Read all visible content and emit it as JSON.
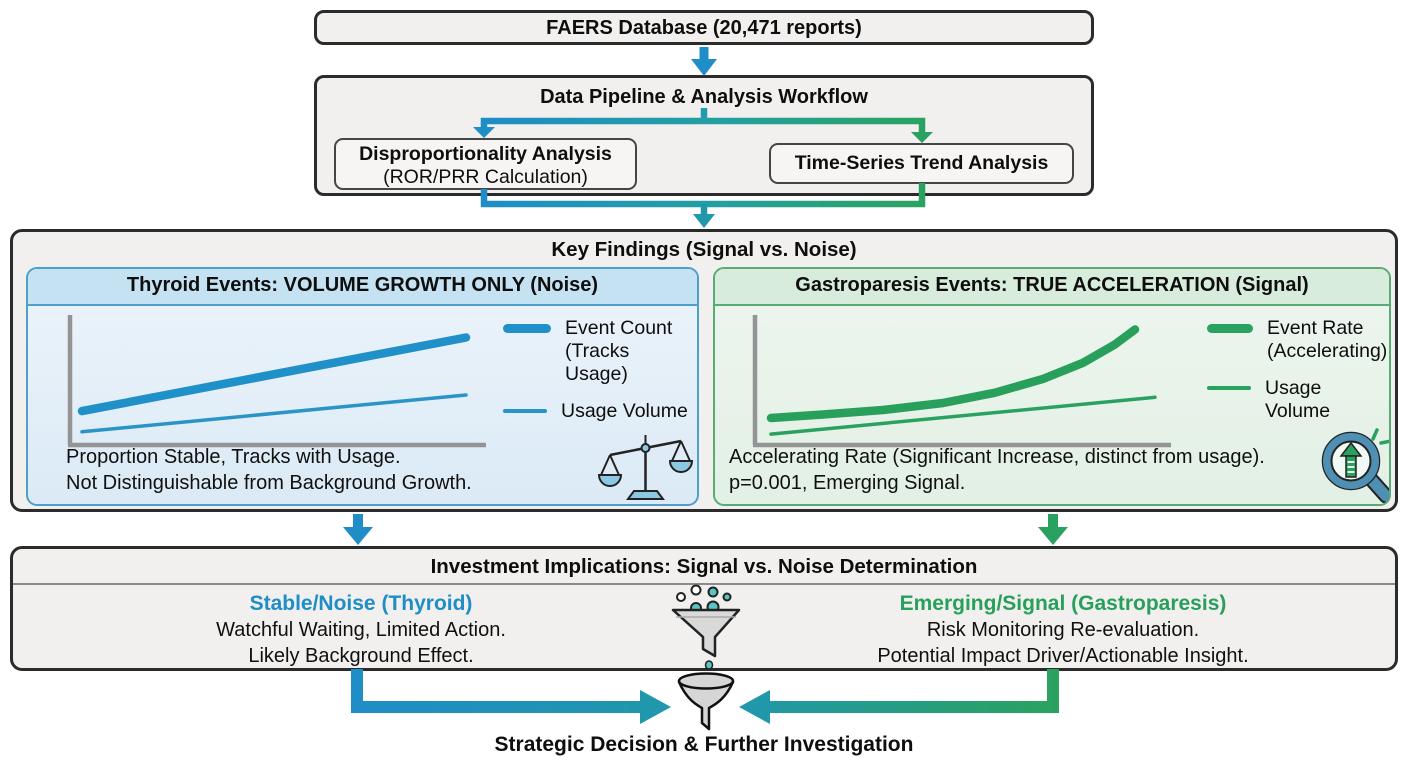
{
  "colors": {
    "blue_accent": "#1f8dc6",
    "green_accent": "#2aa25f",
    "teal_merge": "#2097ab",
    "box_background": "#f1f0ee",
    "blue_panel_header": "#c5e2f3",
    "blue_panel_border": "#4f9fcc",
    "green_panel_header": "#d8ecdb",
    "green_panel_border": "#58ab74"
  },
  "faers_box": {
    "title": "FAERS Database (20,471 reports)"
  },
  "pipeline": {
    "title": "Data Pipeline & Analysis Workflow",
    "dispro_box": {
      "line1": "Disproportionality Analysis",
      "line2": "(ROR/PRR Calculation)"
    },
    "timeseries_box": {
      "label": "Time-Series Trend Analysis"
    }
  },
  "key_findings": {
    "title": "Key Findings (Signal vs. Noise)",
    "thyroid": {
      "title": "Thyroid Events: VOLUME GROWTH ONLY (Noise)",
      "legend": [
        {
          "line1": "Event Count",
          "line2": "(Tracks Usage)"
        },
        {
          "line1": "Usage Volume"
        }
      ],
      "caption1": "Proportion Stable, Tracks with Usage.",
      "caption2": "Not Distinguishable from Background Growth.",
      "icon": "balance-scale"
    },
    "gastro": {
      "title": "Gastroparesis Events: TRUE ACCELERATION (Signal)",
      "legend": [
        {
          "line1": "Event Rate",
          "line2": "(Accelerating)"
        },
        {
          "line1": "Usage Volume"
        }
      ],
      "caption1": "Accelerating Rate (Significant Increase, distinct from usage).",
      "caption2": "p=0.001, Emerging Signal.",
      "icon": "magnifier-up-arrow"
    }
  },
  "implications": {
    "title": "Investment Implications: Signal vs. Noise Determination",
    "left": {
      "heading": "Stable/Noise (Thyroid)",
      "line1": "Watchful Waiting, Limited Action.",
      "line2": "Likely Background Effect."
    },
    "right": {
      "heading": "Emerging/Signal (Gastroparesis)",
      "line1": "Risk Monitoring Re-evaluation.",
      "line2": "Potential Impact Driver/Actionable Insight."
    },
    "icon": "funnel-with-droplets"
  },
  "footer": {
    "title": "Strategic Decision & Further Investigation",
    "icon": "funnel"
  },
  "chart_data": [
    {
      "type": "line",
      "panel": "thyroid",
      "title": "Thyroid Events: VOLUME GROWTH ONLY (Noise)",
      "axis_labels": "none (schematic trend sketch, unlabeled axes)",
      "series": [
        {
          "name": "Event Count (Tracks Usage)",
          "style": "thick",
          "trend": "steady linear growth tracking usage",
          "points": [
            [
              0.01,
              0.26
            ],
            [
              0.97,
              0.9
            ]
          ]
        },
        {
          "name": "Usage Volume",
          "style": "thin",
          "trend": "steady linear growth",
          "points": [
            [
              0.01,
              0.08
            ],
            [
              0.97,
              0.4
            ]
          ]
        }
      ]
    },
    {
      "type": "line",
      "panel": "gastroparesis",
      "title": "Gastroparesis Events: TRUE ACCELERATION (Signal)",
      "axis_labels": "none (schematic trend sketch, unlabeled axes)",
      "series": [
        {
          "name": "Event Rate (Accelerating)",
          "style": "thick",
          "trend": "accelerating / exponential growth",
          "points": [
            [
              0.02,
              0.2
            ],
            [
              0.15,
              0.23
            ],
            [
              0.3,
              0.27
            ],
            [
              0.45,
              0.33
            ],
            [
              0.58,
              0.42
            ],
            [
              0.7,
              0.54
            ],
            [
              0.8,
              0.68
            ],
            [
              0.88,
              0.84
            ],
            [
              0.93,
              0.97
            ]
          ]
        },
        {
          "name": "Usage Volume",
          "style": "thin",
          "trend": "steady linear growth",
          "points": [
            [
              0.02,
              0.06
            ],
            [
              0.98,
              0.38
            ]
          ]
        }
      ]
    }
  ]
}
